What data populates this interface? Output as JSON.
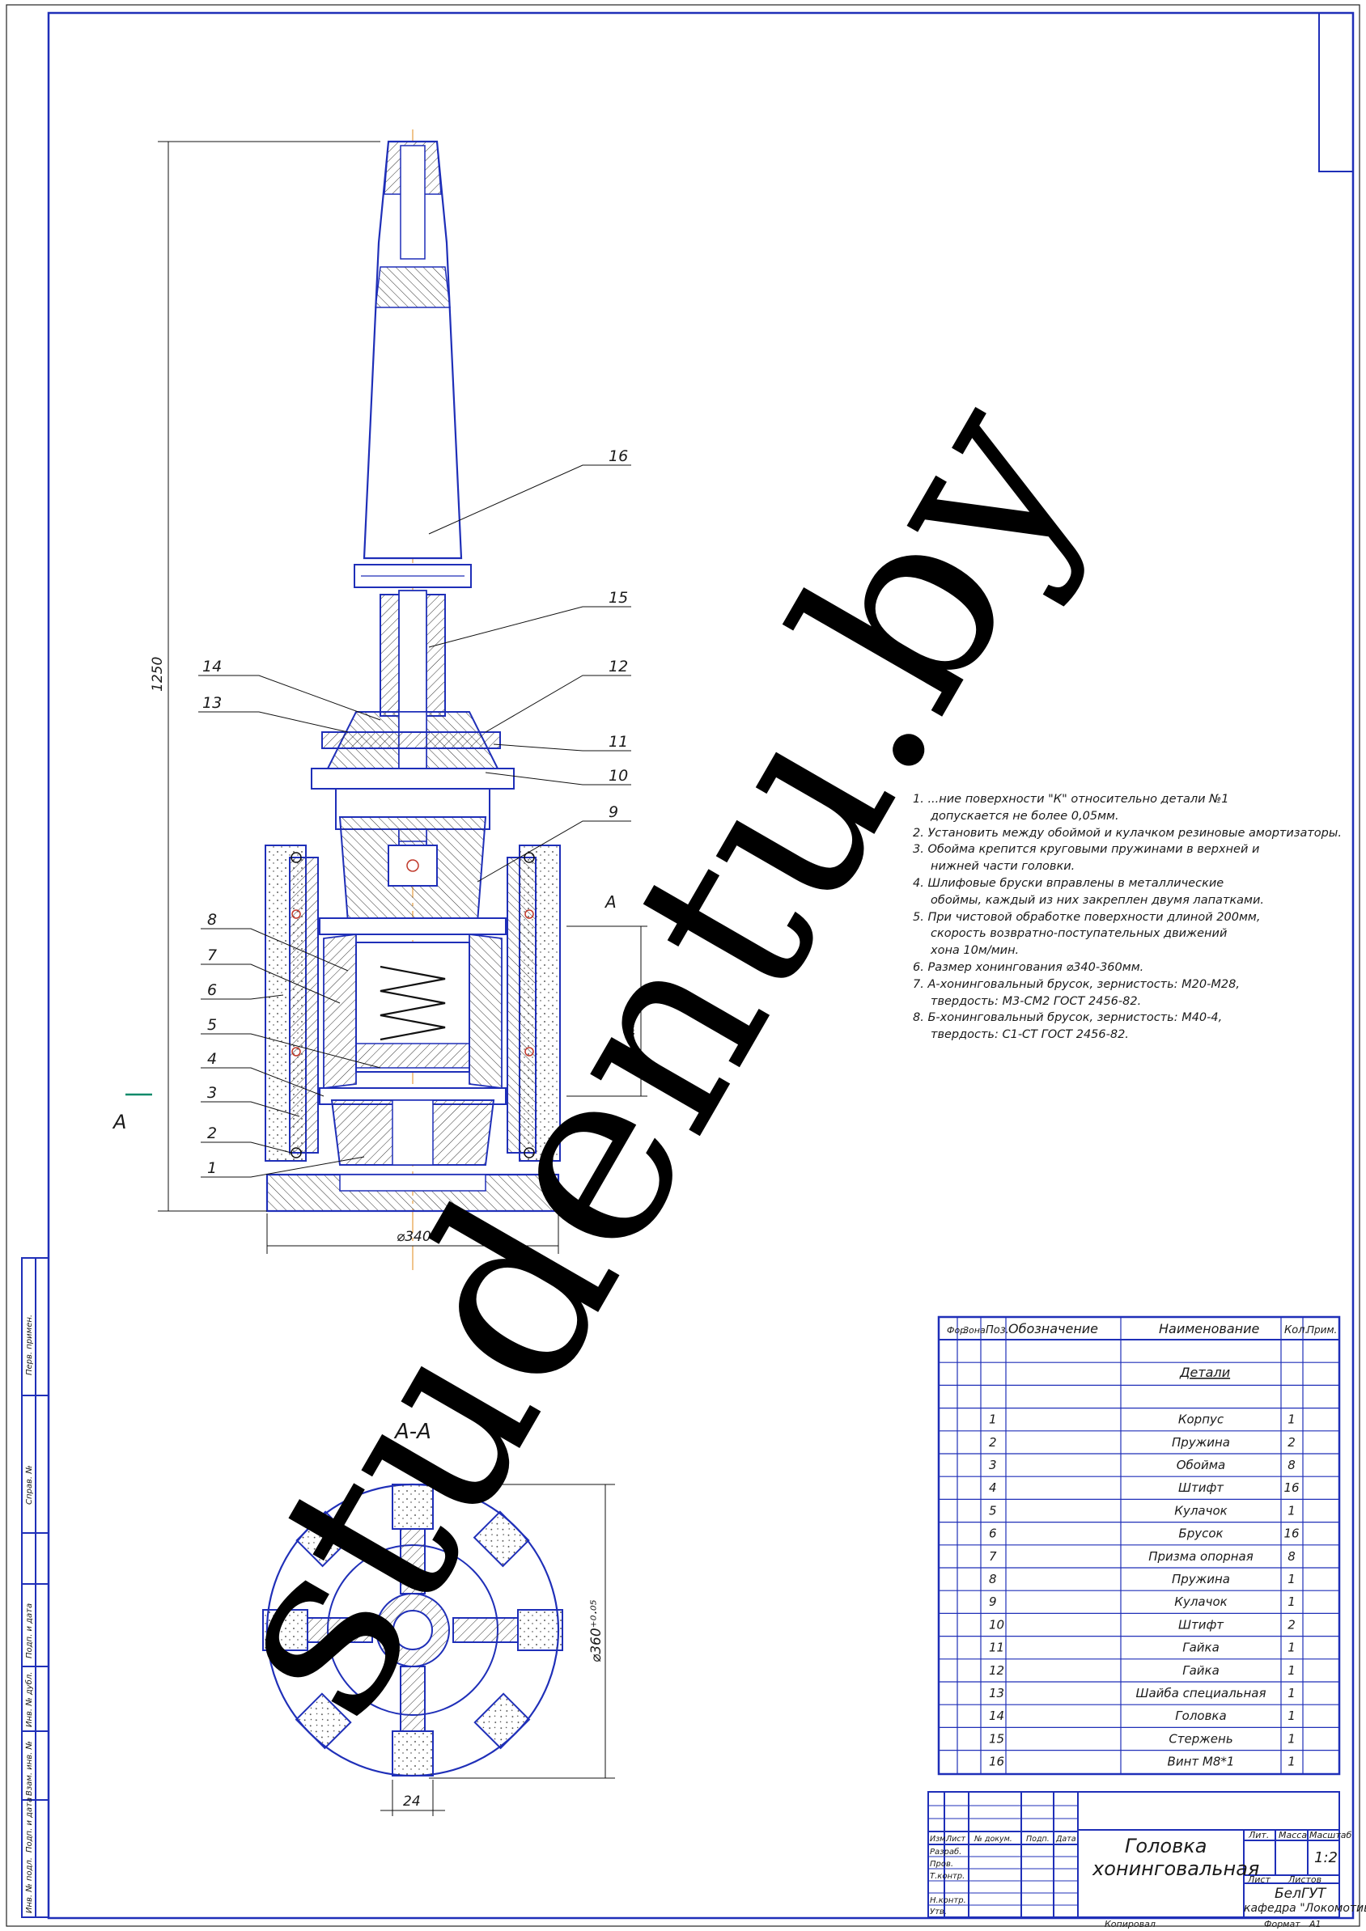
{
  "drawing": {
    "section_label": "А-А",
    "section_mark": "А",
    "surface_mark": "К",
    "dim_height": "1250",
    "dim_base_dia": "⌀340",
    "dim_dia_tolerance": "⌀360⁺⁰·⁰⁵",
    "dim_spacing": "190⁺⁰·⁰⁵",
    "dim_width": "24",
    "callouts": [
      "1",
      "2",
      "3",
      "4",
      "5",
      "6",
      "7",
      "8",
      "9",
      "10",
      "11",
      "12",
      "13",
      "14",
      "15",
      "16"
    ]
  },
  "notes": [
    "1. ...ние поверхности \"К\" относительно детали №1",
    "допускается не более 0,05мм.",
    "2. Установить между обоймой и кулачком резиновые амортизаторы.",
    "3. Обойма крепится круговыми пружинами в верхней и",
    "нижней части головки.",
    "4. Шлифовые бруски вправлены в металлические",
    "обоймы, каждый из них закреплен двумя лапатками.",
    "5. При чистовой обработке поверхности длиной 200мм,",
    "скорость возвратно-поступательных движений",
    "хона 10м/мин.",
    "6. Размер хонингования ⌀340-360мм.",
    "7. А-хонинговальный брусок, зернистость: М20-М28,",
    "твердость: М3-СМ2 ГОСТ 2456-82.",
    "8. Б-хонинговальный брусок, зернистость: М40-4,",
    "твердость: С1-СТ ГОСТ 2456-82."
  ],
  "spec": {
    "headers": [
      "Фор.",
      "Зона",
      "Поз.",
      "Обозначение",
      "Наименование",
      "Кол.",
      "Прим."
    ],
    "section": "Детали",
    "rows": [
      {
        "pos": "1",
        "name": "Корпус",
        "qty": "1"
      },
      {
        "pos": "2",
        "name": "Пружина",
        "qty": "2"
      },
      {
        "pos": "3",
        "name": "Обойма",
        "qty": "8"
      },
      {
        "pos": "4",
        "name": "Штифт",
        "qty": "16"
      },
      {
        "pos": "5",
        "name": "Кулачок",
        "qty": "1"
      },
      {
        "pos": "6",
        "name": "Брусок",
        "qty": "16"
      },
      {
        "pos": "7",
        "name": "Призма опорная",
        "qty": "8"
      },
      {
        "pos": "8",
        "name": "Пружина",
        "qty": "1"
      },
      {
        "pos": "9",
        "name": "Кулачок",
        "qty": "1"
      },
      {
        "pos": "10",
        "name": "Штифт",
        "qty": "2"
      },
      {
        "pos": "11",
        "name": "Гайка",
        "qty": "1"
      },
      {
        "pos": "12",
        "name": "Гайка",
        "qty": "1"
      },
      {
        "pos": "13",
        "name": "Шайба специальная",
        "qty": "1"
      },
      {
        "pos": "14",
        "name": "Головка",
        "qty": "1"
      },
      {
        "pos": "15",
        "name": "Стержень",
        "qty": "1"
      },
      {
        "pos": "16",
        "name": "Винт М8*1",
        "qty": "1"
      }
    ]
  },
  "title_block": {
    "title_line1": "Головка",
    "title_line2": "хонинговальная",
    "col_izm": "Изм.",
    "col_list": "Лист",
    "col_doc": "№ докум.",
    "col_sign": "Подп.",
    "col_date": "Дата",
    "row_razrab": "Разраб.",
    "row_prov": "Пров.",
    "row_tkontr": "Т.контр.",
    "row_nkontr": "Н.контр.",
    "row_utv": "Утв.",
    "lit": "Лит.",
    "massa": "Масса",
    "masshtab": "Масштаб",
    "scale_value": "1:2",
    "list_label": "Лист",
    "listov_label": "Листов",
    "org_line1": "БелГУТ",
    "org_line2": "кафедра \"Локомотивы\"",
    "kopiroval": "Копировал",
    "format_label": "Формат",
    "format_value": "А1"
  },
  "side_stamps": [
    "Перв. примен.",
    "Справ. №",
    "Подп. и дата",
    "Инв. № дубл.",
    "Взам. инв. №",
    "Подп. и дата",
    "Инв. № подл."
  ],
  "watermark": "studentu.by"
}
